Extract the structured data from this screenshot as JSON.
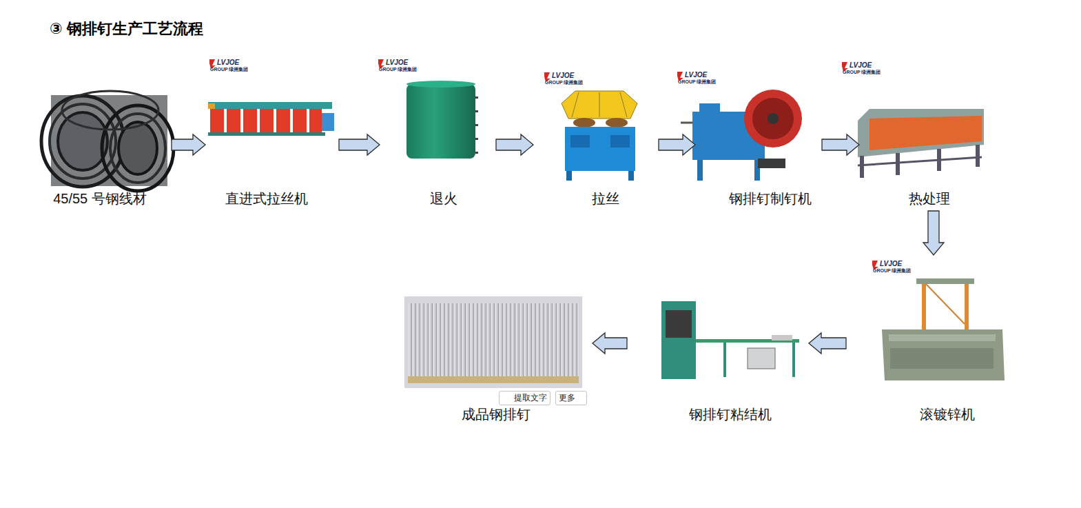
{
  "diagram": {
    "title": "③ 钢排钉生产工艺流程",
    "nodes": [
      {
        "text": [
          "45/55 号钢线材"
        ]
      },
      {
        "text": [
          "直进式拉丝机"
        ]
      },
      {
        "text": [
          "退火"
        ]
      },
      {
        "text": [
          "拉丝"
        ]
      },
      {
        "text": [
          "钢排钉制钉机"
        ]
      },
      {
        "text": [
          "热处理"
        ]
      },
      {
        "text": [
          "滚镀锌机"
        ]
      },
      {
        "text": [
          "钢排钉粘结机"
        ]
      },
      {
        "text": [
          "成品钢排钉"
        ]
      }
    ],
    "edges": [
      {
        "from": 0,
        "to": 1,
        "arrow": "to"
      },
      {
        "from": 1,
        "to": 2,
        "arrow": "to"
      },
      {
        "from": 2,
        "to": 3,
        "arrow": "to"
      },
      {
        "from": 3,
        "to": 4,
        "arrow": "to"
      },
      {
        "from": 4,
        "to": 5,
        "arrow": "to"
      },
      {
        "from": 5,
        "to": 6,
        "arrow": "to"
      },
      {
        "from": 6,
        "to": 7,
        "arrow": "to"
      },
      {
        "from": 7,
        "to": 8,
        "arrow": "to"
      }
    ],
    "labels": [
      "LVJOE",
      "GROUP 绿洲集团",
      "LVJOE",
      "GROUP 绿洲集团",
      "LVJOE",
      "GROUP 绿洲集团",
      "LVJOE",
      "GROUP 绿洲集团",
      "LVJOE",
      "GROUP 绿洲集团",
      "LVJOE",
      "GROUP 绿洲集团",
      "提取文字",
      "更多"
    ]
  }
}
